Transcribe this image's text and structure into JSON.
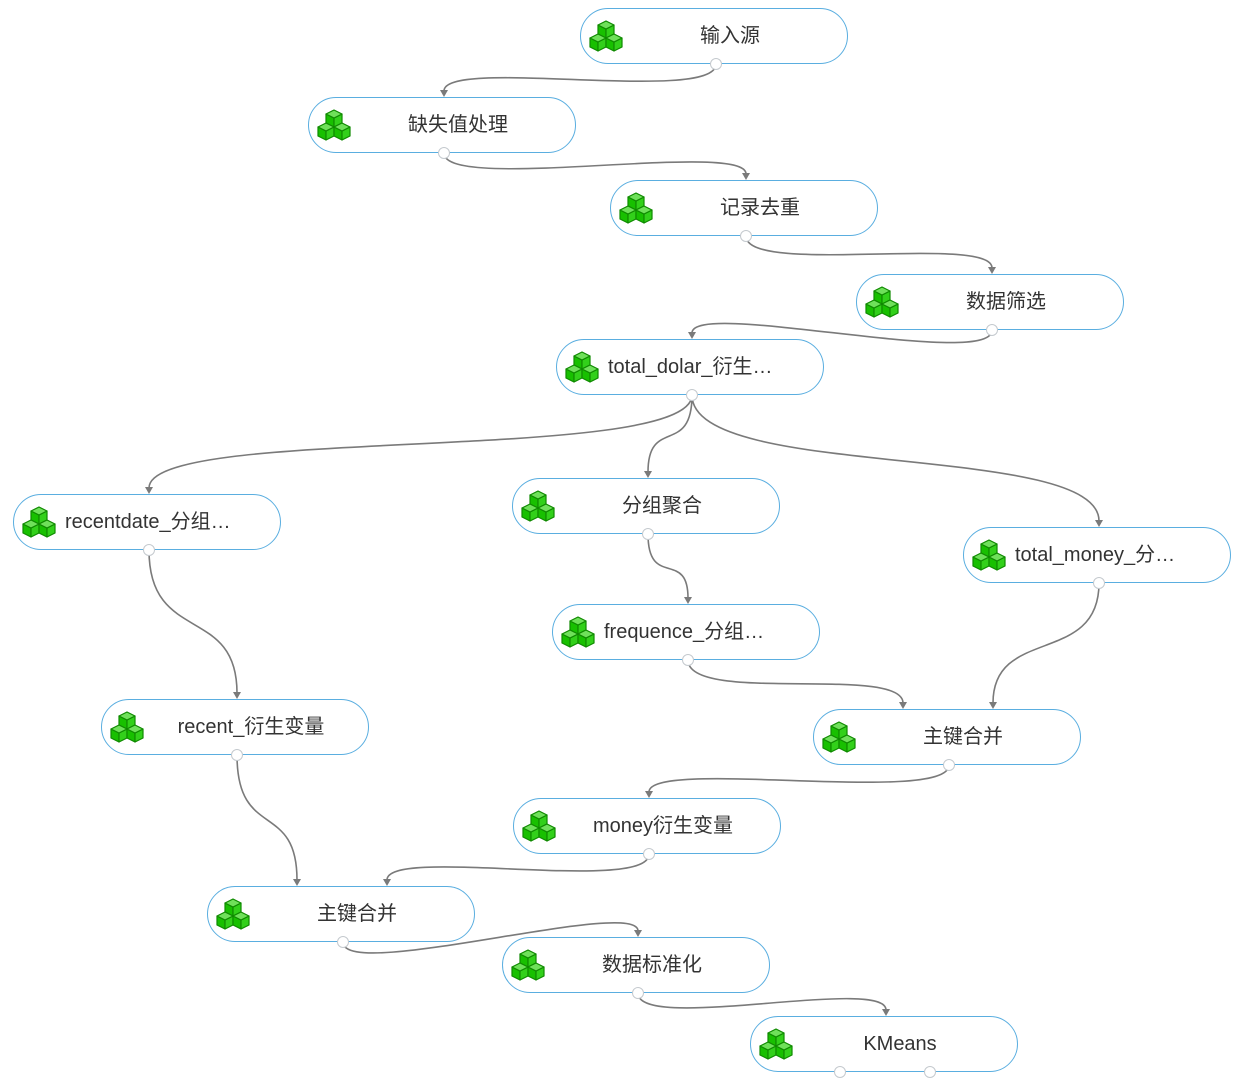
{
  "colors": {
    "node_border": "#5aaee0",
    "edge": "#7a7a7a",
    "icon_green": "#18c000",
    "label": "#333333"
  },
  "nodes": {
    "input_source": {
      "label": "输入源",
      "icon": "cubes-icon"
    },
    "missing_values": {
      "label": "缺失值处理",
      "icon": "cubes-icon"
    },
    "dedup": {
      "label": "记录去重",
      "icon": "cubes-icon"
    },
    "filter": {
      "label": "数据筛选",
      "icon": "cubes-icon"
    },
    "total_dolar": {
      "label": "total_dolar_衍生…",
      "icon": "cubes-icon"
    },
    "recentdate": {
      "label": "recentdate_分组…",
      "icon": "cubes-icon"
    },
    "group_agg": {
      "label": "分组聚合",
      "icon": "cubes-icon"
    },
    "total_money": {
      "label": "total_money_分…",
      "icon": "cubes-icon"
    },
    "frequence": {
      "label": "frequence_分组…",
      "icon": "cubes-icon"
    },
    "recent": {
      "label": "recent_衍生变量",
      "icon": "cubes-icon"
    },
    "merge_1": {
      "label": "主键合并",
      "icon": "cubes-icon"
    },
    "money": {
      "label": "money衍生变量",
      "icon": "cubes-icon"
    },
    "merge_2": {
      "label": "主键合并",
      "icon": "cubes-icon"
    },
    "standardize": {
      "label": "数据标准化",
      "icon": "cubes-icon"
    },
    "kmeans": {
      "label": "KMeans",
      "icon": "cubes-icon"
    }
  },
  "edges": [
    {
      "from": "input_source",
      "to": "missing_values"
    },
    {
      "from": "missing_values",
      "to": "dedup"
    },
    {
      "from": "dedup",
      "to": "filter"
    },
    {
      "from": "filter",
      "to": "total_dolar"
    },
    {
      "from": "total_dolar",
      "to": "recentdate"
    },
    {
      "from": "total_dolar",
      "to": "group_agg"
    },
    {
      "from": "total_dolar",
      "to": "total_money"
    },
    {
      "from": "group_agg",
      "to": "frequence"
    },
    {
      "from": "recentdate",
      "to": "recent"
    },
    {
      "from": "frequence",
      "to": "merge_1"
    },
    {
      "from": "total_money",
      "to": "merge_1"
    },
    {
      "from": "merge_1",
      "to": "money"
    },
    {
      "from": "recent",
      "to": "merge_2"
    },
    {
      "from": "money",
      "to": "merge_2"
    },
    {
      "from": "merge_2",
      "to": "standardize"
    },
    {
      "from": "standardize",
      "to": "kmeans"
    }
  ]
}
